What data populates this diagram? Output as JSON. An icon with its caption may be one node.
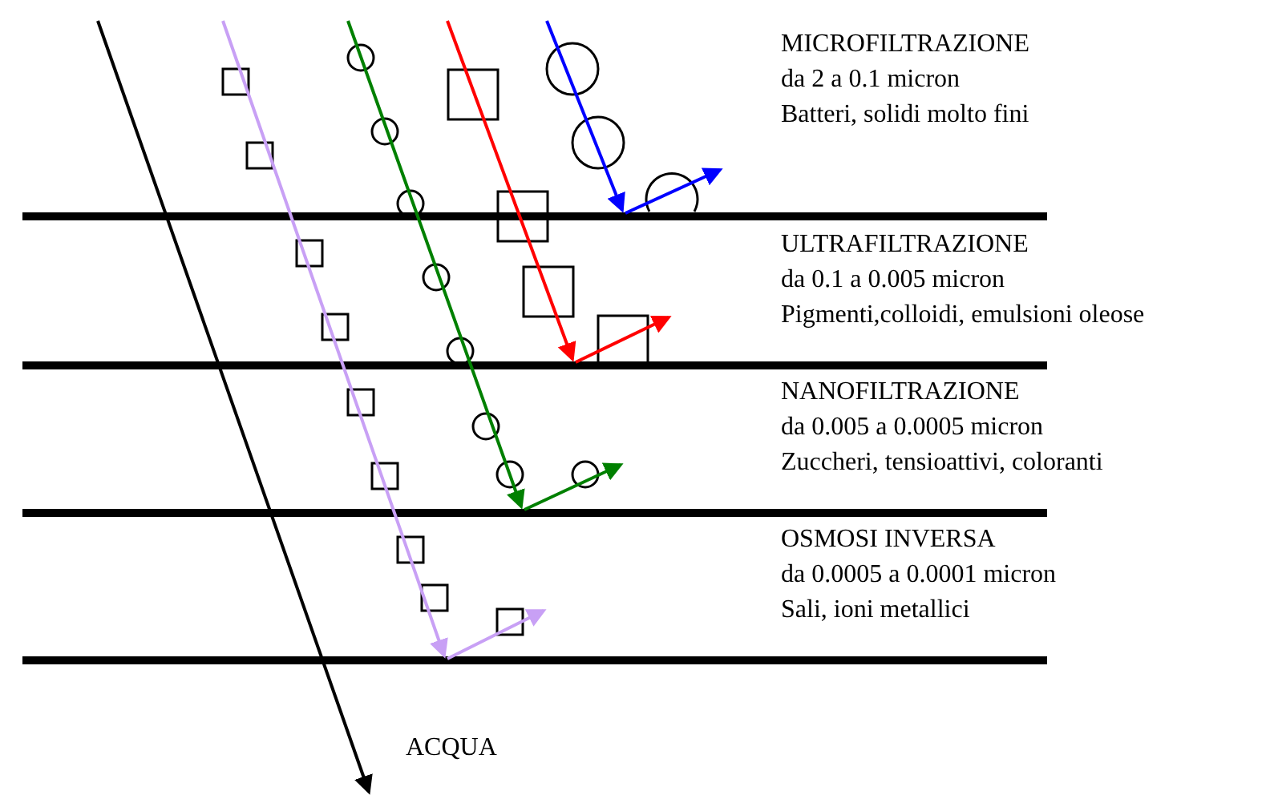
{
  "diagram": {
    "labels": [
      "MICROFILTRAZIONE",
      "da 2 a 0.1 micron",
      "Batteri, solidi molto fini",
      "ULTRAFILTRAZIONE",
      "da 0.1 a 0.005 micron",
      "Pigmenti,colloidi, emulsioni oleose",
      "NANOFILTRAZIONE",
      "da 0.005 a 0.0005 micron",
      "Zuccheri, tensioattivi, coloranti",
      "OSMOSI INVERSA",
      "da 0.0005 a 0.0001 micron",
      "Sali, ioni metallici",
      "ACQUA"
    ]
  }
}
